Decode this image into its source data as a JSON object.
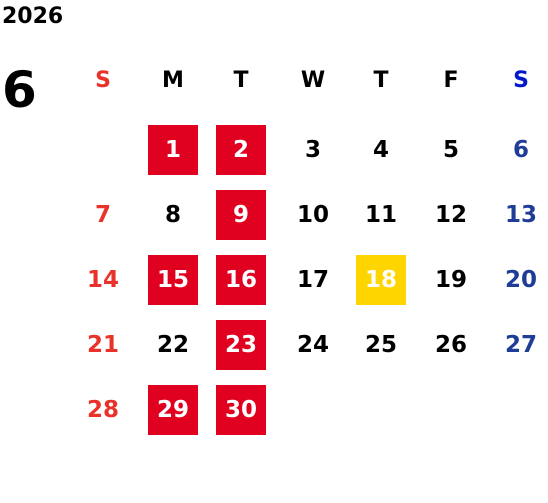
{
  "calendar": {
    "year": "2026",
    "month": "6",
    "weekdays": [
      "S",
      "M",
      "T",
      "W",
      "T",
      "F",
      "S"
    ],
    "weekday_colors": [
      "#e8322a",
      "#000000",
      "#000000",
      "#000000",
      "#000000",
      "#000000",
      "#0018c8"
    ],
    "weeks": [
      [
        {
          "day": "",
          "kind": "empty"
        },
        {
          "day": "1",
          "kind": "holiday"
        },
        {
          "day": "2",
          "kind": "holiday"
        },
        {
          "day": "3",
          "kind": "normal"
        },
        {
          "day": "4",
          "kind": "normal"
        },
        {
          "day": "5",
          "kind": "normal"
        },
        {
          "day": "6",
          "kind": "saturday"
        }
      ],
      [
        {
          "day": "7",
          "kind": "sunday"
        },
        {
          "day": "8",
          "kind": "normal"
        },
        {
          "day": "9",
          "kind": "holiday"
        },
        {
          "day": "10",
          "kind": "normal"
        },
        {
          "day": "11",
          "kind": "normal"
        },
        {
          "day": "12",
          "kind": "normal"
        },
        {
          "day": "13",
          "kind": "saturday"
        }
      ],
      [
        {
          "day": "14",
          "kind": "sunday"
        },
        {
          "day": "15",
          "kind": "holiday"
        },
        {
          "day": "16",
          "kind": "holiday"
        },
        {
          "day": "17",
          "kind": "normal"
        },
        {
          "day": "18",
          "kind": "special"
        },
        {
          "day": "19",
          "kind": "normal"
        },
        {
          "day": "20",
          "kind": "saturday"
        }
      ],
      [
        {
          "day": "21",
          "kind": "sunday"
        },
        {
          "day": "22",
          "kind": "normal"
        },
        {
          "day": "23",
          "kind": "holiday"
        },
        {
          "day": "24",
          "kind": "normal"
        },
        {
          "day": "25",
          "kind": "normal"
        },
        {
          "day": "26",
          "kind": "normal"
        },
        {
          "day": "27",
          "kind": "saturday"
        }
      ],
      [
        {
          "day": "28",
          "kind": "sunday"
        },
        {
          "day": "29",
          "kind": "holiday"
        },
        {
          "day": "30",
          "kind": "holiday"
        },
        {
          "day": "",
          "kind": "empty"
        },
        {
          "day": "",
          "kind": "empty"
        },
        {
          "day": "",
          "kind": "empty"
        },
        {
          "day": "",
          "kind": "empty"
        }
      ]
    ],
    "styles": {
      "normal": {
        "bg": "transparent",
        "fg": "#000000"
      },
      "sunday": {
        "bg": "transparent",
        "fg": "#e8322a"
      },
      "saturday": {
        "bg": "transparent",
        "fg": "#1f3c96"
      },
      "holiday": {
        "bg": "#e0001f",
        "fg": "#ffffff"
      },
      "special": {
        "bg": "#ffd500",
        "fg": "#ffffff"
      },
      "empty": {
        "bg": "transparent",
        "fg": "#000000"
      }
    }
  }
}
